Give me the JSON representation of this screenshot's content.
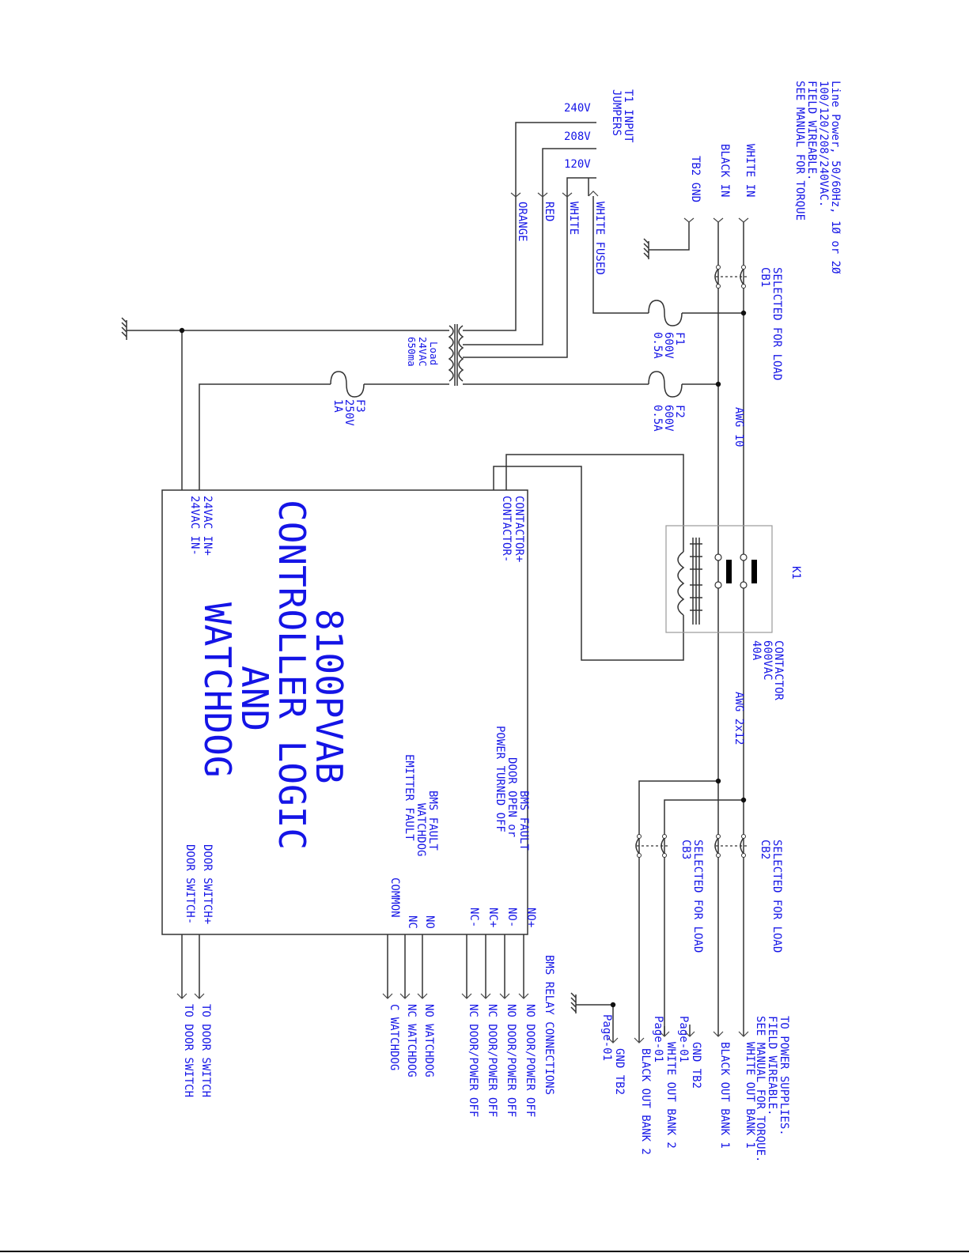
{
  "page": {
    "background": "#ffffff",
    "label_color": "#1414e6",
    "wire_color": "#333333"
  },
  "header": {
    "line1": "Line Power, 50/60Hz, 1Ø or 2Ø",
    "line2": "100/120/208/240VAC.",
    "line3": "FIELD WIREABLE.",
    "line4": "SEE MANUAL FOR TORQUE"
  },
  "inputs": {
    "white_in": "WHITE IN",
    "black_in": "BLACK IN",
    "tb2_gnd": "TB2 GND"
  },
  "cb1": {
    "line1": "SELECTED FOR LOAD",
    "line2": "CB1"
  },
  "t1": {
    "title1": "T1 INPUT",
    "title2": "JUMPERS",
    "tap_240": "240V",
    "tap_208": "208V",
    "tap_120": "120V",
    "white_fused": "WHITE FUSED",
    "white": "WHITE",
    "red": "RED",
    "orange": "ORANGE",
    "load1": "Load",
    "load2": "24VAC",
    "load3": "650ma"
  },
  "fuses": {
    "f1": [
      "F1",
      "600V",
      "0.5A"
    ],
    "f2": [
      "F2",
      "600V",
      "0.5A"
    ],
    "f3": [
      "F3",
      "250V",
      "1A"
    ]
  },
  "wire_gauges": {
    "awg10": "AWG 10",
    "awg2x12": "AWG 2x12"
  },
  "k1": {
    "label": "K1",
    "line1": "CONTACTOR",
    "line2": "600VAC",
    "line3": "40A"
  },
  "controller": {
    "title1": "8100PVAB",
    "title2": "CONTROLLER LOGIC",
    "title3": "AND",
    "title4": "WATCHDOG",
    "pin_contactor_plus": "CONTACTOR+",
    "pin_contactor_minus": "CONTACTOR-",
    "pin_24vac_plus": "24VAC IN+",
    "pin_24vac_minus": "24VAC IN-",
    "bms_fault1": "BMS FAULT",
    "bms_fault2": "DOOR OPEN or",
    "bms_fault3": "POWER TURNED OFF",
    "wd1": "BMS FAULT",
    "wd2": "WATCHDOG",
    "wd3": "EMITTER FAULT",
    "pin_no_plus": "NO+",
    "pin_no_minus": "NO-",
    "pin_nc_plus": "NC+",
    "pin_nc_minus": "NC-",
    "pin_no": "NO",
    "pin_nc": "NC",
    "pin_common": "COMMON",
    "pin_door_plus": "DOOR SWITCH+",
    "pin_door_minus": "DOOR SWITCH-"
  },
  "cb2": {
    "line1": "SELECTED FOR LOAD",
    "line2": "CB2"
  },
  "cb3": {
    "line1": "SELECTED FOR LOAD",
    "line2": "CB3"
  },
  "outputs": {
    "note1": "TO POWER SUPPLIES.",
    "note2": "FIELD WIREABLE.",
    "note3": "SEE MANUAL FOR TORQUE.",
    "white_out_1": "WHITE OUT BANK 1",
    "black_out_1": "BLACK OUT BANK 1",
    "gnd_tb2_a": "GND TB2",
    "page_a": "Page-01",
    "white_out_2": "WHITE OUT BANK 2",
    "page_b": "Page-01",
    "black_out_2": "BLACK OUT BANK 2",
    "gnd_tb2_b": "GND TB2",
    "page_c": "Page-01"
  },
  "bms": {
    "title": "BMS RELAY CONNECTIONS",
    "no_door": "NO DOOR/POWER OFF",
    "no_door2": "NO DOOR/POWER OFF",
    "nc_door": "NC DOOR/POWER OFF",
    "nc_door2": "NC DOOR/POWER OFF",
    "no_wd": "NO WATCHDOG",
    "nc_wd": "NC WATCHDOG",
    "c_wd": "C WATCHDOG"
  },
  "door": {
    "plus": "TO DOOR SWITCH",
    "minus": "TO DOOR SWITCH"
  }
}
